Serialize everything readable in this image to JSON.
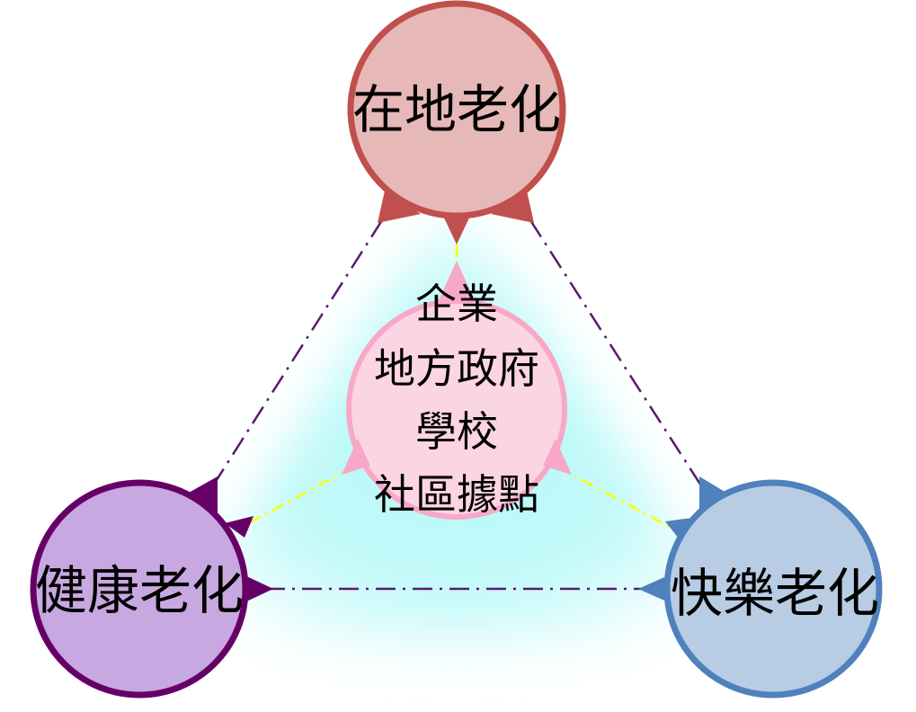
{
  "nodes": {
    "top": {
      "label": "在地老化",
      "fill": "#e6b8b7",
      "stroke": "#c0504d"
    },
    "left": {
      "label": "健康老化",
      "fill": "#c8a8e0",
      "stroke": "#660066"
    },
    "right": {
      "label": "快樂老化",
      "fill": "#b8cce4",
      "stroke": "#4f81bd"
    }
  },
  "center": {
    "lines": [
      "企業",
      "地方政府",
      "學校",
      "社區據點"
    ],
    "fill": "#fcd5e2",
    "stroke": "#f7a8c9"
  },
  "glow_color": "#b8f8f8",
  "outer_line_color": "#5a1a6e",
  "inner_line_color": "#ffff00"
}
